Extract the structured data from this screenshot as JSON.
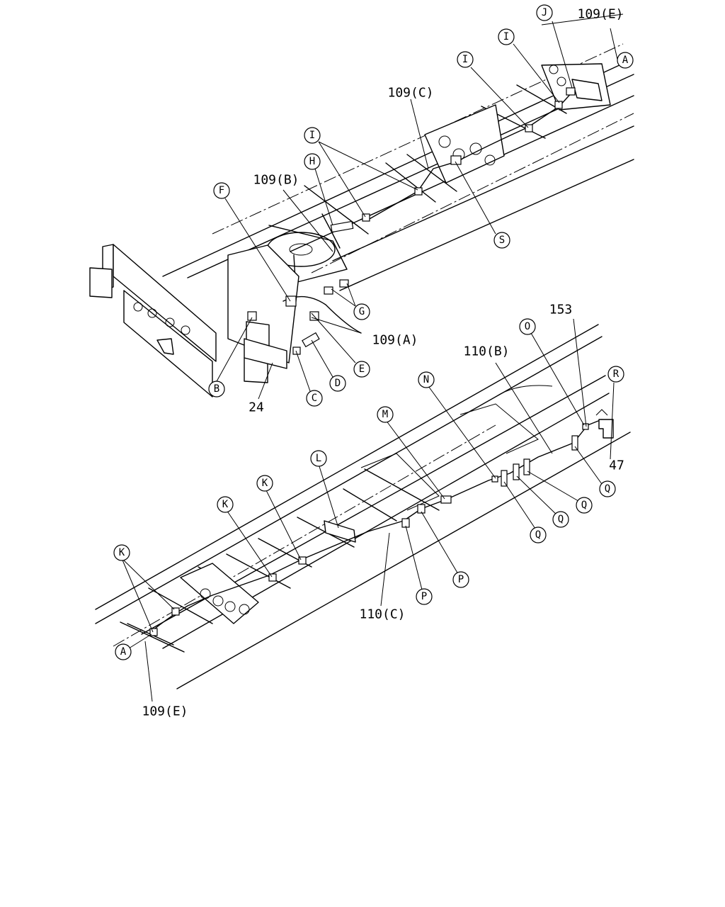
{
  "callouts": [
    {
      "id": "A1",
      "letter": "A"
    },
    {
      "id": "J",
      "letter": "J"
    },
    {
      "id": "I1",
      "letter": "I"
    },
    {
      "id": "I2",
      "letter": "I"
    },
    {
      "id": "I3",
      "letter": "I"
    },
    {
      "id": "H",
      "letter": "H"
    },
    {
      "id": "F",
      "letter": "F"
    },
    {
      "id": "S",
      "letter": "S"
    },
    {
      "id": "G",
      "letter": "G"
    },
    {
      "id": "B",
      "letter": "B"
    },
    {
      "id": "E",
      "letter": "E"
    },
    {
      "id": "D",
      "letter": "D"
    },
    {
      "id": "C",
      "letter": "C"
    },
    {
      "id": "O",
      "letter": "O"
    },
    {
      "id": "R",
      "letter": "R"
    },
    {
      "id": "N",
      "letter": "N"
    },
    {
      "id": "M",
      "letter": "M"
    },
    {
      "id": "L",
      "letter": "L"
    },
    {
      "id": "K1",
      "letter": "K"
    },
    {
      "id": "K2",
      "letter": "K"
    },
    {
      "id": "K3",
      "letter": "K"
    },
    {
      "id": "Q1",
      "letter": "Q"
    },
    {
      "id": "Q2",
      "letter": "Q"
    },
    {
      "id": "Q3",
      "letter": "Q"
    },
    {
      "id": "Q4",
      "letter": "Q"
    },
    {
      "id": "P1",
      "letter": "P"
    },
    {
      "id": "P2",
      "letter": "P"
    },
    {
      "id": "A2",
      "letter": "A"
    }
  ],
  "part_labels": [
    {
      "id": "p109E_top",
      "text": "109(E)"
    },
    {
      "id": "p109C",
      "text": "109(C)"
    },
    {
      "id": "p109B",
      "text": "109(B)"
    },
    {
      "id": "p109A",
      "text": "109(A)"
    },
    {
      "id": "p24",
      "text": "24"
    },
    {
      "id": "p153",
      "text": "153"
    },
    {
      "id": "p110B",
      "text": "110(B)"
    },
    {
      "id": "p47",
      "text": "47"
    },
    {
      "id": "p110C",
      "text": "110(C)"
    },
    {
      "id": "p109E_bottom",
      "text": "109(E)"
    }
  ]
}
